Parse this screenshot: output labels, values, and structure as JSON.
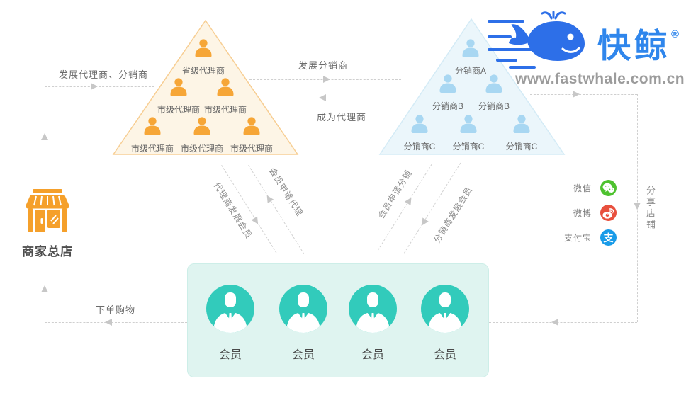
{
  "brand": {
    "name": "快鲸",
    "registered": "®",
    "website": "www.fastwhale.com.cn",
    "primary_color": "#2f86ec",
    "whale_color": "#2d6fe8"
  },
  "store": {
    "label": "商家总店",
    "color": "#f5a02b"
  },
  "agent_pyramid": {
    "fill": "#fdf5e6",
    "border": "#f7ce93",
    "icon_color": "#f6a637",
    "nodes": [
      "省级代理商",
      "市级代理商",
      "市级代理商",
      "市级代理商",
      "市级代理商",
      "市级代理商"
    ]
  },
  "distributor_pyramid": {
    "fill": "#ebf6fb",
    "border": "#d4ebf6",
    "icon_color": "#a8d7f2",
    "nodes": [
      "分销商A",
      "分销商B",
      "分销商B",
      "分销商C",
      "分销商C",
      "分销商C"
    ]
  },
  "members_panel": {
    "fill": "#dff4f0",
    "avatar_color": "#32cbbb",
    "items": [
      "会员",
      "会员",
      "会员",
      "会员"
    ]
  },
  "flows": {
    "develop_agents": "发展代理商、分销商",
    "develop_distributors": "发展分销商",
    "become_agent": "成为代理商",
    "agent_develops_members": "代理商发展会员",
    "member_applies_agent": "会员申请代理",
    "member_applies_distribution": "会员申请分销",
    "distributor_develops_members": "分销商发展会员",
    "place_order": "下单购物",
    "share_store": "分享店铺"
  },
  "share_channels": [
    {
      "label": "微信",
      "color": "#4ec22f"
    },
    {
      "label": "微博",
      "color": "#e8503e"
    },
    {
      "label": "支付宝",
      "color": "#199be8"
    }
  ]
}
